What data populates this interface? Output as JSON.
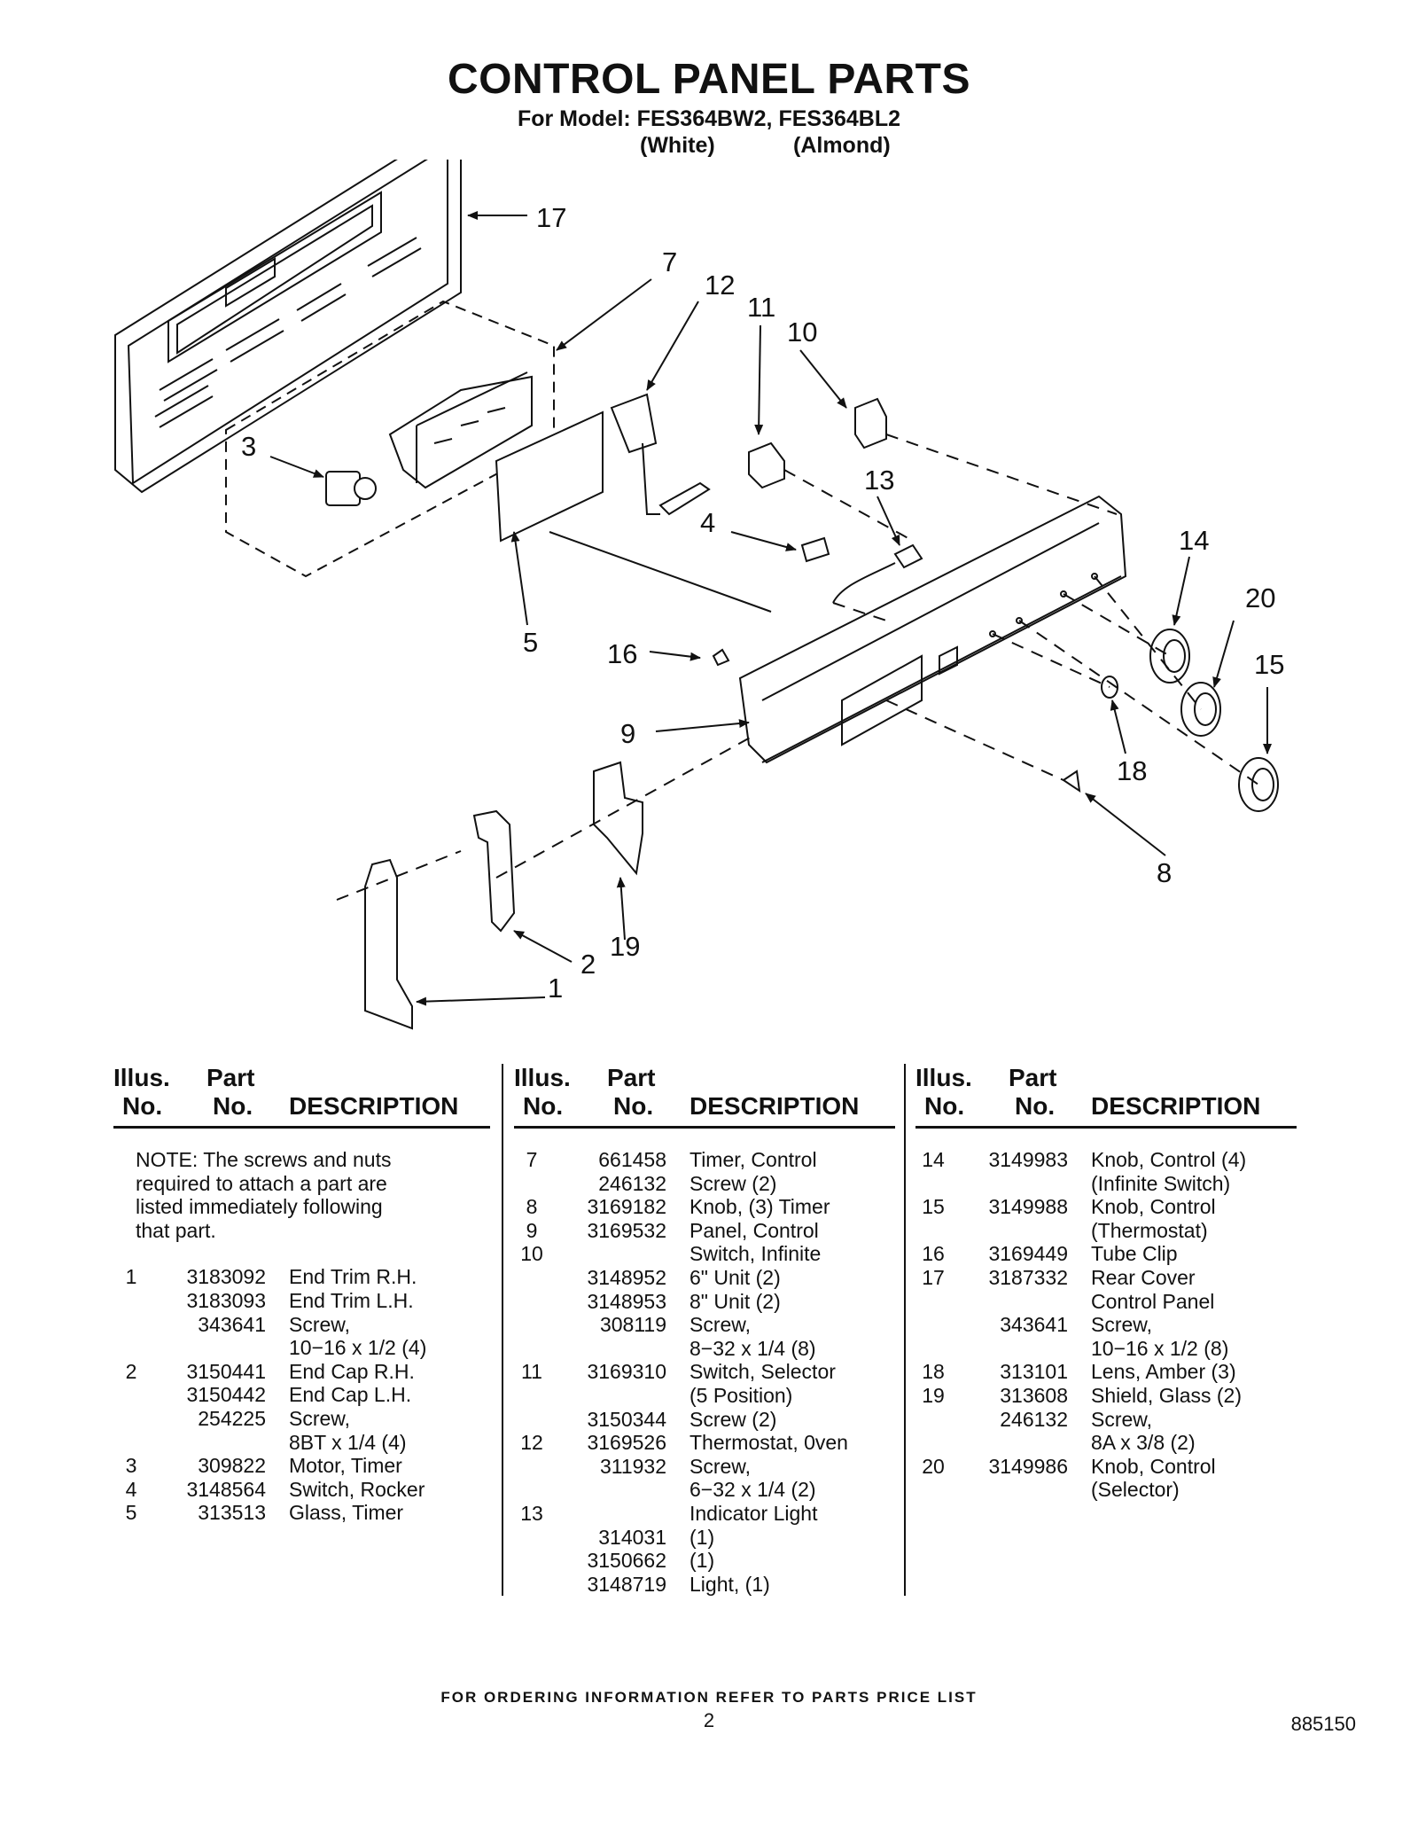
{
  "header": {
    "title": "CONTROL PANEL PARTS",
    "subtitle": "For Model: FES364BW2, FES364BL2",
    "variant_white": "(White)",
    "variant_almond": "(Almond)"
  },
  "diagram": {
    "callouts": [
      "17",
      "7",
      "12",
      "11",
      "10",
      "3",
      "13",
      "4",
      "14",
      "20",
      "5",
      "16",
      "15",
      "9",
      "18",
      "8",
      "2",
      "19",
      "1"
    ]
  },
  "table": {
    "headers": {
      "illus_line1": "Illus.",
      "illus_line2": "No.",
      "part_line1": "Part",
      "part_line2": "No.",
      "description": "DESCRIPTION"
    },
    "note": "NOTE: The screws and nuts\nrequired to attach a part are\nlisted immediately following\nthat part.",
    "columns": [
      {
        "rows": [
          {
            "illus": "1",
            "part": "3183092",
            "desc": "End Trim R.H."
          },
          {
            "illus": "",
            "part": "3183093",
            "desc": "End Trim L.H."
          },
          {
            "illus": "",
            "part": "343641",
            "desc": "Screw,"
          },
          {
            "illus": "",
            "part": "",
            "desc": "10−16 x 1/2 (4)"
          },
          {
            "illus": "2",
            "part": "3150441",
            "desc": "End Cap R.H."
          },
          {
            "illus": "",
            "part": "3150442",
            "desc": "End Cap L.H."
          },
          {
            "illus": "",
            "part": "254225",
            "desc": "Screw,"
          },
          {
            "illus": "",
            "part": "",
            "desc": "8BT x 1/4 (4)"
          },
          {
            "illus": "3",
            "part": "309822",
            "desc": "Motor, Timer"
          },
          {
            "illus": "4",
            "part": "3148564",
            "desc": "Switch, Rocker"
          },
          {
            "illus": "5",
            "part": "313513",
            "desc": "Glass, Timer"
          }
        ]
      },
      {
        "rows": [
          {
            "illus": "7",
            "part": "661458",
            "desc": "Timer, Control"
          },
          {
            "illus": "",
            "part": "246132",
            "desc": "Screw (2)"
          },
          {
            "illus": "8",
            "part": "3169182",
            "desc": "Knob, (3) Timer"
          },
          {
            "illus": "9",
            "part": "3169532",
            "desc": "Panel, Control"
          },
          {
            "illus": "10",
            "part": "",
            "desc": "Switch, Infinite"
          },
          {
            "illus": "",
            "part": "3148952",
            "desc": "6\" Unit (2)"
          },
          {
            "illus": "",
            "part": "3148953",
            "desc": "8\" Unit (2)"
          },
          {
            "illus": "",
            "part": "308119",
            "desc": "Screw,"
          },
          {
            "illus": "",
            "part": "",
            "desc": "8−32 x 1/4 (8)"
          },
          {
            "illus": "11",
            "part": "3169310",
            "desc": "Switch, Selector"
          },
          {
            "illus": "",
            "part": "",
            "desc": "(5 Position)"
          },
          {
            "illus": "",
            "part": "3150344",
            "desc": "Screw (2)"
          },
          {
            "illus": "12",
            "part": "3169526",
            "desc": "Thermostat, 0ven"
          },
          {
            "illus": "",
            "part": "311932",
            "desc": "Screw,"
          },
          {
            "illus": "",
            "part": "",
            "desc": "6−32 x 1/4 (2)"
          },
          {
            "illus": "13",
            "part": "",
            "desc": "Indicator Light"
          },
          {
            "illus": "",
            "part": "314031",
            "desc": "(1)"
          },
          {
            "illus": "",
            "part": "3150662",
            "desc": "(1)"
          },
          {
            "illus": "",
            "part": "3148719",
            "desc": "Light, (1)"
          }
        ]
      },
      {
        "rows": [
          {
            "illus": "14",
            "part": "3149983",
            "desc": "Knob, Control (4)"
          },
          {
            "illus": "",
            "part": "",
            "desc": "(Infinite Switch)"
          },
          {
            "illus": "15",
            "part": "3149988",
            "desc": "Knob, Control"
          },
          {
            "illus": "",
            "part": "",
            "desc": "(Thermostat)"
          },
          {
            "illus": "16",
            "part": "3169449",
            "desc": "Tube Clip"
          },
          {
            "illus": "17",
            "part": "3187332",
            "desc": "Rear Cover"
          },
          {
            "illus": "",
            "part": "",
            "desc": "Control Panel"
          },
          {
            "illus": "",
            "part": "343641",
            "desc": "Screw,"
          },
          {
            "illus": "",
            "part": "",
            "desc": "10−16 x 1/2 (8)"
          },
          {
            "illus": "18",
            "part": "313101",
            "desc": "Lens, Amber (3)"
          },
          {
            "illus": "19",
            "part": "313608",
            "desc": "Shield, Glass (2)"
          },
          {
            "illus": "",
            "part": "246132",
            "desc": "Screw,"
          },
          {
            "illus": "",
            "part": "",
            "desc": "8A x 3/8 (2)"
          },
          {
            "illus": "20",
            "part": "3149986",
            "desc": "Knob, Control"
          },
          {
            "illus": "",
            "part": "",
            "desc": "(Selector)"
          }
        ]
      }
    ]
  },
  "footer": {
    "ordering_note": "FOR ORDERING INFORMATION REFER TO PARTS PRICE LIST",
    "page_number": "2",
    "document_number": "885150"
  }
}
